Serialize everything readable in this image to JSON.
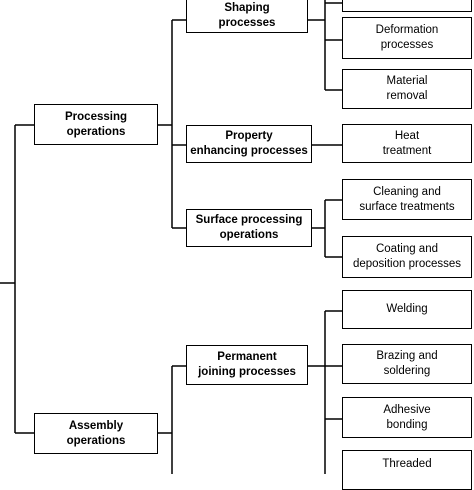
{
  "diagram": {
    "processing": "Processing\noperations",
    "assembly": "Assembly\noperations",
    "shaping": "Shaping\nprocesses",
    "property": "Property\nenhancing processes",
    "surface": "Surface processing\noperations",
    "permanent": "Permanent\njoining processes",
    "deformation": "Deformation\nprocesses",
    "material_removal": "Material\nremoval",
    "heat_treatment": "Heat\ntreatment",
    "cleaning": "Cleaning and\nsurface treatments",
    "coating": "Coating and\ndeposition processes",
    "welding": "Welding",
    "brazing": "Brazing and\nsoldering",
    "adhesive": "Adhesive\nbonding",
    "threaded": "Threaded"
  }
}
